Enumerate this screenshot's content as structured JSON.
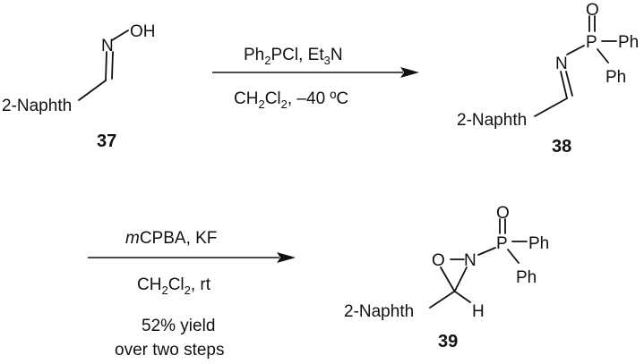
{
  "compounds": {
    "c37": {
      "number": "37",
      "substituent": "2-Naphth",
      "atom_n": "N",
      "group_oh": "OH"
    },
    "c38": {
      "number": "38",
      "substituent": "2-Naphth",
      "atom_n": "N",
      "atom_p": "P",
      "atom_o": "O",
      "ph_right": "Ph",
      "ph_lower": "Ph"
    },
    "c39": {
      "number": "39",
      "substituent": "2-Naphth",
      "atom_o_ring": "O",
      "atom_n": "N",
      "atom_p": "P",
      "atom_o": "O",
      "ph_right": "Ph",
      "ph_lower": "Ph",
      "atom_h": "H"
    }
  },
  "step1": {
    "reagents_above": {
      "a": "Ph",
      "a_sub": "2",
      "b": "PCl, Et",
      "b_sub": "3",
      "c": "N"
    },
    "conditions_below": {
      "a": "CH",
      "a_sub": "2",
      "b": "Cl",
      "b_sub": "2",
      "c": ", –40 ºC"
    }
  },
  "step2": {
    "reagents_above": {
      "italic": "m",
      "rest": "CPBA, KF"
    },
    "conditions_below": {
      "a": "CH",
      "a_sub": "2",
      "b": "Cl",
      "b_sub": "2",
      "c": ", rt"
    },
    "yield_line1": "52% yield",
    "yield_line2": "over two steps"
  }
}
